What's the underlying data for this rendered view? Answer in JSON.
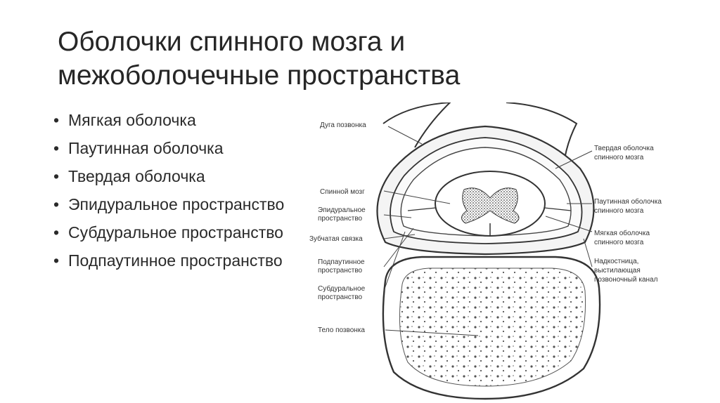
{
  "title": {
    "line1": "Оболочки спинного мозга и",
    "line2": "межоболочечные пространства"
  },
  "bullets": [
    {
      "bullet": "•",
      "text": "Мягкая оболочка"
    },
    {
      "bullet": "•",
      "text": "Паутинная оболочка"
    },
    {
      "bullet": "•",
      "text": "Твердая оболочка"
    },
    {
      "bullet": "•",
      "text": "Эпидуральное пространство"
    },
    {
      "bullet": "•",
      "text": "Субдуральное пространство"
    },
    {
      "bullet": "•",
      "text": "Подпаутинное пространство"
    }
  ],
  "labels": {
    "arch": "Дуга позвонка",
    "spinal_cord": "Спинной мозг",
    "epidural_1": "Эпидуральное",
    "epidural_2": "пространство",
    "dentate": "Зубчатая связка",
    "subarachnoid_1": "Подпаутинное",
    "subarachnoid_2": "пространство",
    "subdural_1": "Субдуральное",
    "subdural_2": "пространство",
    "body": "Тело позвонка",
    "dura_1": "Твердая оболочка",
    "dura_2": "спинного мозга",
    "arachnoid_1": "Паутинная оболочка",
    "arachnoid_2": "спинного мозга",
    "pia_1": "Мягкая оболочка",
    "pia_2": "спинного мозга",
    "periost_1": "Надкостница,",
    "periost_2": "выстилающая",
    "periost_3": "позвоночный канал"
  }
}
